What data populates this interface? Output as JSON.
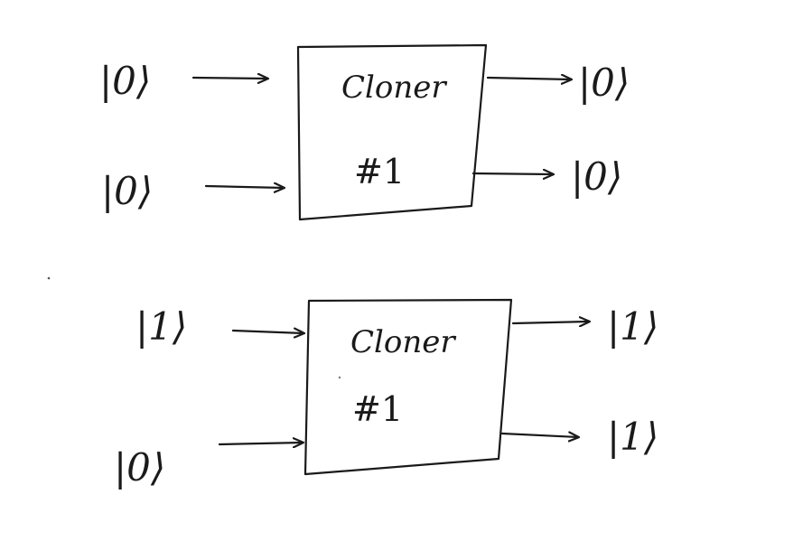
{
  "cloner1": {
    "label": "Cloner",
    "number": "#1",
    "input_top": "|0⟩",
    "input_bottom": "|0⟩",
    "output_top": "|0⟩",
    "output_bottom": "|0⟩"
  },
  "cloner2": {
    "label": "Cloner",
    "number": "#1",
    "input_top": "|1⟩",
    "input_bottom": "|0⟩",
    "output_top": "|1⟩",
    "output_bottom": "|1⟩"
  },
  "colors": {
    "ink": "#1a1a1a",
    "paper": "#ffffff"
  }
}
